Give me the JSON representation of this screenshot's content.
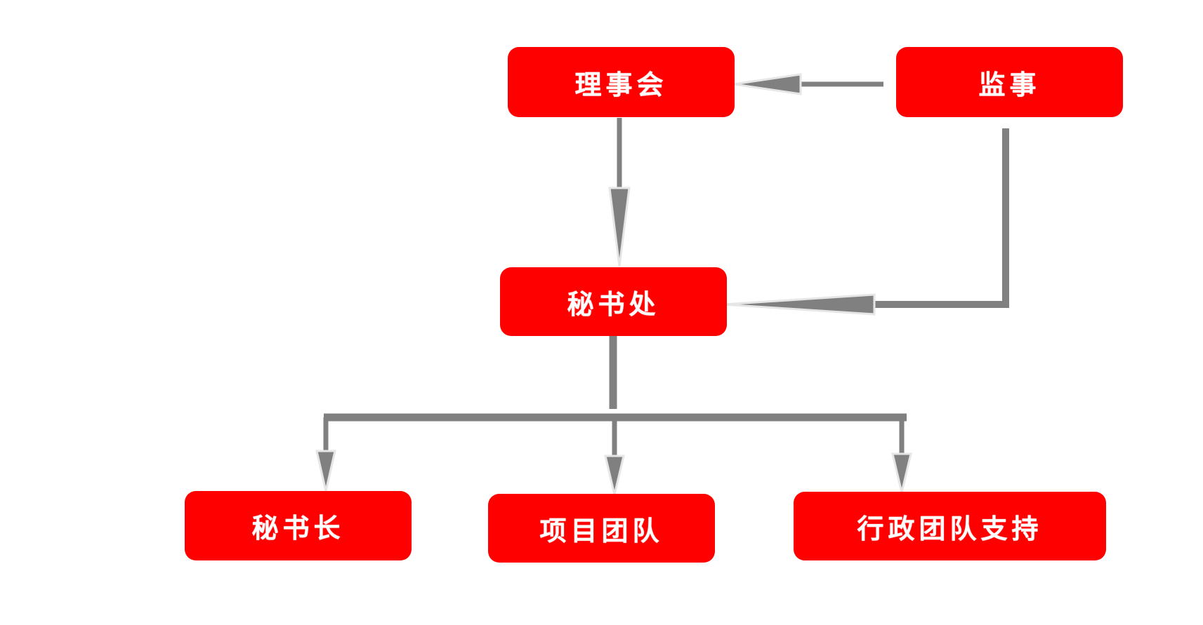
{
  "nodes": {
    "board": "理事会",
    "supervisor": "监事",
    "secretariat": "秘书处",
    "secretary_general": "秘书长",
    "project_team": "项目团队",
    "admin_support": "行政团队支持"
  },
  "colors": {
    "node_fill": "#ff0000",
    "node_text": "#ffffff",
    "connector": "#808080",
    "arrow_outline": "#e6e6e6"
  }
}
